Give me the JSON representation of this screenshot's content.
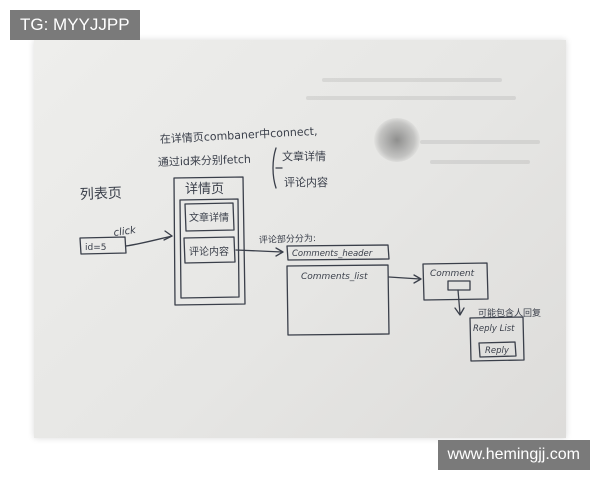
{
  "watermarks": {
    "top_left": "TG: MYYJJPP",
    "bottom_right": "www.hemingjj.com"
  },
  "sketch": {
    "note_line1": "在详情页combaner中connect,",
    "note_line2": "通过id来分别fetch",
    "article_detail": "文章详情",
    "comment_content": "评论内容",
    "list_page_title": "列表页",
    "id_box": "id=5",
    "click_label": "click",
    "detail_page_title": "详情页",
    "detail_article_box": "文章详情",
    "detail_comment_box": "评论内容",
    "comment_split_note": "评论部分分为:",
    "comments_header": "Comments_header",
    "comments_list": "Comments_list",
    "comment": "Comment",
    "reply_note": "可能包含人回复",
    "reply_list": "Reply List",
    "reply": "Reply"
  },
  "colors": {
    "ink": "#3a3f4a",
    "paper": "#e8e8e6",
    "watermark_bg": "#7a7a7a"
  }
}
